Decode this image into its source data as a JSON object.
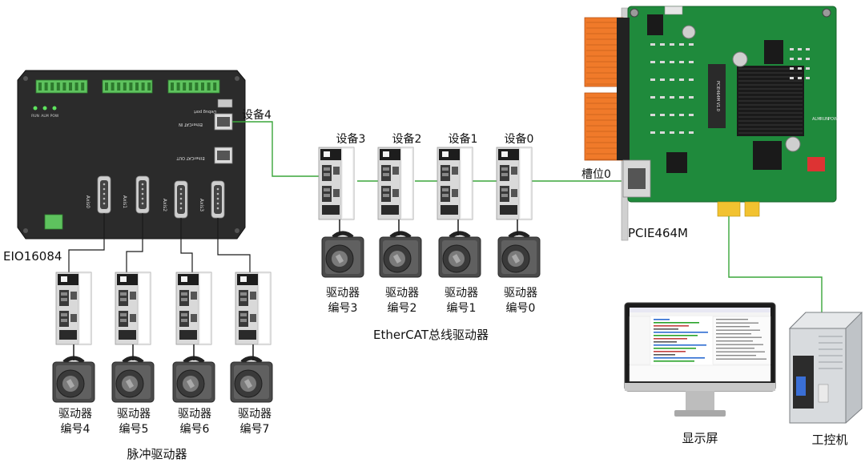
{
  "controller": {
    "name": "EIO16084",
    "port_labels": [
      "EtherCAT IN",
      "EtherCAT OUT",
      "Debug port"
    ],
    "axis_labels": [
      "Axis0",
      "Axis1",
      "Axis2",
      "Axis3"
    ],
    "led_labels": [
      "RUN",
      "ALM",
      "POW"
    ]
  },
  "pcie_card": {
    "name": "PCIE464M",
    "slot_label": "槽位0",
    "board_text": "PCIE464M V1.0",
    "led_labels": [
      "ALM",
      "RUN",
      "POW"
    ]
  },
  "ethercat": {
    "device4_label": "设备4",
    "devices": [
      {
        "label": "设备3",
        "drive": [
          "驱动器",
          "编号3"
        ]
      },
      {
        "label": "设备2",
        "drive": [
          "驱动器",
          "编号2"
        ]
      },
      {
        "label": "设备1",
        "drive": [
          "驱动器",
          "编号1"
        ]
      },
      {
        "label": "设备0",
        "drive": [
          "驱动器",
          "编号0"
        ]
      }
    ],
    "caption": "EtherCAT总线驱动器"
  },
  "pulse": {
    "drives": [
      [
        "驱动器",
        "编号4"
      ],
      [
        "驱动器",
        "编号5"
      ],
      [
        "驱动器",
        "编号6"
      ],
      [
        "驱动器",
        "编号7"
      ]
    ],
    "caption": "脉冲驱动器"
  },
  "monitor_label": "显示屏",
  "ipc_label": "工控机",
  "colors": {
    "ethernet_cable": "#3aa63a",
    "signal_wire": "#1a1a1a",
    "controller_body": "#2b2b2b",
    "terminal_green": "#5ec25e",
    "pcb_green": "#1f8a3c",
    "chip_black": "#1a1a1a",
    "connector_orange": "#f07a2a"
  }
}
